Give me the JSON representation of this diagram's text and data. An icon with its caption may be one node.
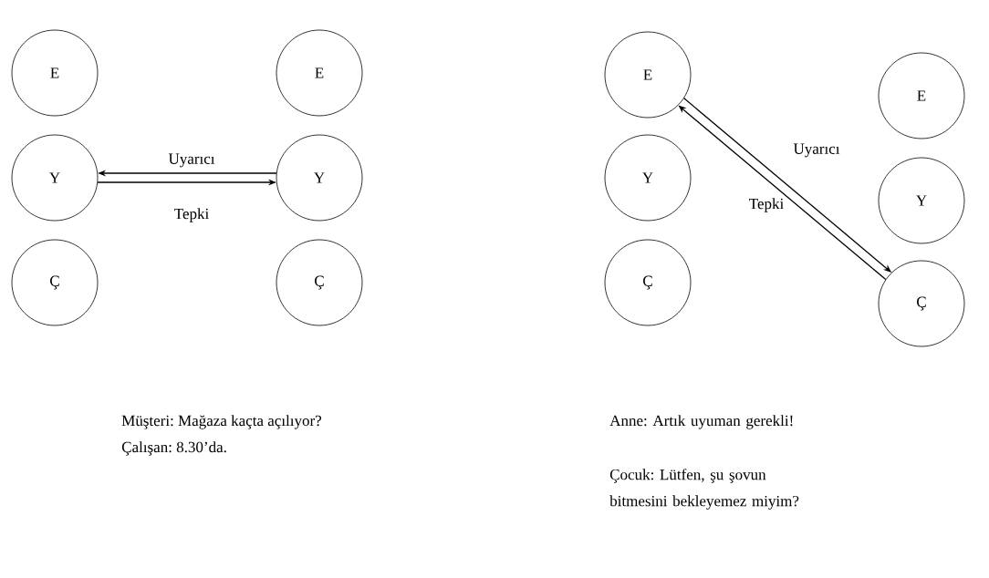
{
  "diagram": {
    "nodes": [
      {
        "text": [
          "E"
        ]
      },
      {
        "text": [
          "Y"
        ]
      },
      {
        "text": [
          "Ç"
        ]
      },
      {
        "text": [
          "E"
        ]
      },
      {
        "text": [
          "Y"
        ]
      },
      {
        "text": [
          "Ç"
        ]
      },
      {
        "text": [
          "E"
        ]
      },
      {
        "text": [
          "Y"
        ]
      },
      {
        "text": [
          "Ç"
        ]
      },
      {
        "text": [
          "E"
        ]
      },
      {
        "text": [
          "Y"
        ]
      },
      {
        "text": [
          "Ç"
        ]
      }
    ],
    "edges": [
      {
        "from": 4,
        "to": 1,
        "arrow": "to",
        "label": "Uyarıcı"
      },
      {
        "from": 1,
        "to": 4,
        "arrow": "to",
        "label": "Tepki"
      },
      {
        "from": 6,
        "to": 11,
        "arrow": "to",
        "label": "Uyarıcı"
      },
      {
        "from": 11,
        "to": 6,
        "arrow": "to",
        "label": "Tepki"
      }
    ],
    "labels": [
      "Müşteri: Mağaza kaçta açılıyor?",
      "Çalışan: 8.30’da.",
      "Anne: Artık uyuman gerekli!",
      "Çocuk: Lütfen, şu şovun bitmesini bekleyemez miyim?"
    ]
  }
}
